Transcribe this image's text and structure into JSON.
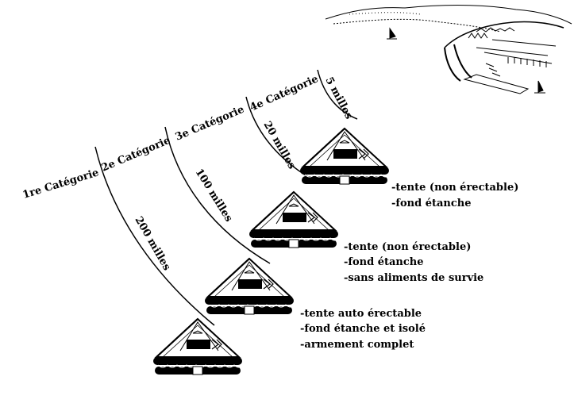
{
  "categories": [
    {
      "label": "1re Catégorie"
    },
    {
      "label": "2e Catégorie",
      "distance": "200 milles"
    },
    {
      "label": "3e Catégorie",
      "distance": "100 milles"
    },
    {
      "label": "4e Catégorie",
      "distance": "20 milles"
    },
    {
      "label": "",
      "distance": "5 milles"
    }
  ],
  "rafts": [
    {
      "lines": [
        "-tente auto érectable",
        "-fond étanche et isolé",
        "-armement complet"
      ]
    },
    {
      "lines": [
        "-tente (non érectable)",
        "-fond étanche",
        "-sans aliments de survie"
      ]
    },
    {
      "lines": [
        "-tente (non érectable)",
        "-fond étanche"
      ]
    },
    {
      "lines": []
    }
  ],
  "colors": {
    "ink": "#000000",
    "background": "#ffffff"
  }
}
